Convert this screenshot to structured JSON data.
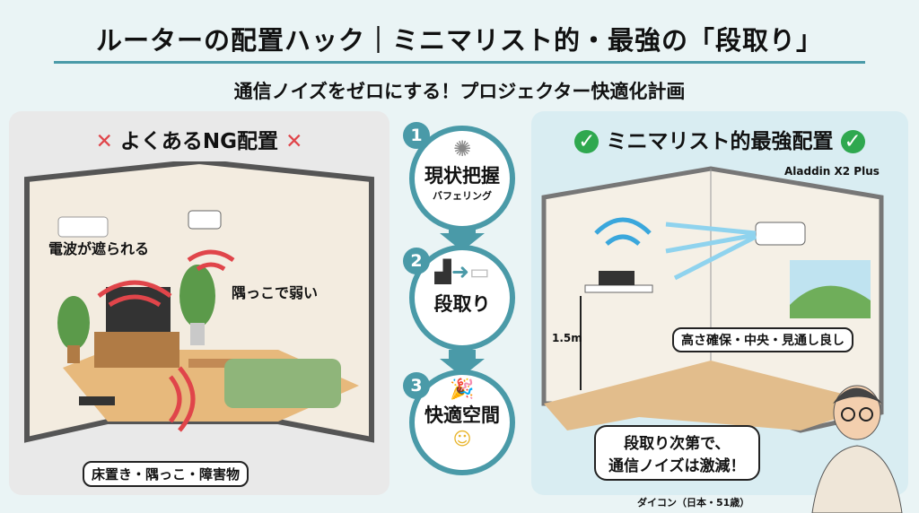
{
  "header": {
    "title": "ルーターの配置ハック｜ミニマリスト的・最強の「段取り」",
    "subtitle": "通信ノイズをゼロにする！プロジェクター快適化計画"
  },
  "left_panel": {
    "heading": "よくあるNG配置",
    "labels": {
      "blocked": "電波が遮られる",
      "corner": "隅っこで弱い"
    },
    "callout": "床置き・隅っこ・障害物"
  },
  "steps": [
    {
      "number": "1",
      "title": "現状把握",
      "caption": "バフェリング"
    },
    {
      "number": "2",
      "title": "段取り"
    },
    {
      "number": "3",
      "title": "快適空間"
    }
  ],
  "right_panel": {
    "heading": "ミニマリスト的最強配置",
    "projector_label": "Aladdin X2 Plus",
    "height_label": "1.5m",
    "callout": "高さ確保・中央・見通し良し",
    "speech": [
      "段取り次第で、",
      "通信ノイズは激減！"
    ],
    "credit": "ダイコン（日本・51歳）"
  },
  "colors": {
    "accent": "#4a9aa8",
    "ng": "#e0454a",
    "ok": "#2fa84f",
    "wifi": "#3aa7dc"
  }
}
